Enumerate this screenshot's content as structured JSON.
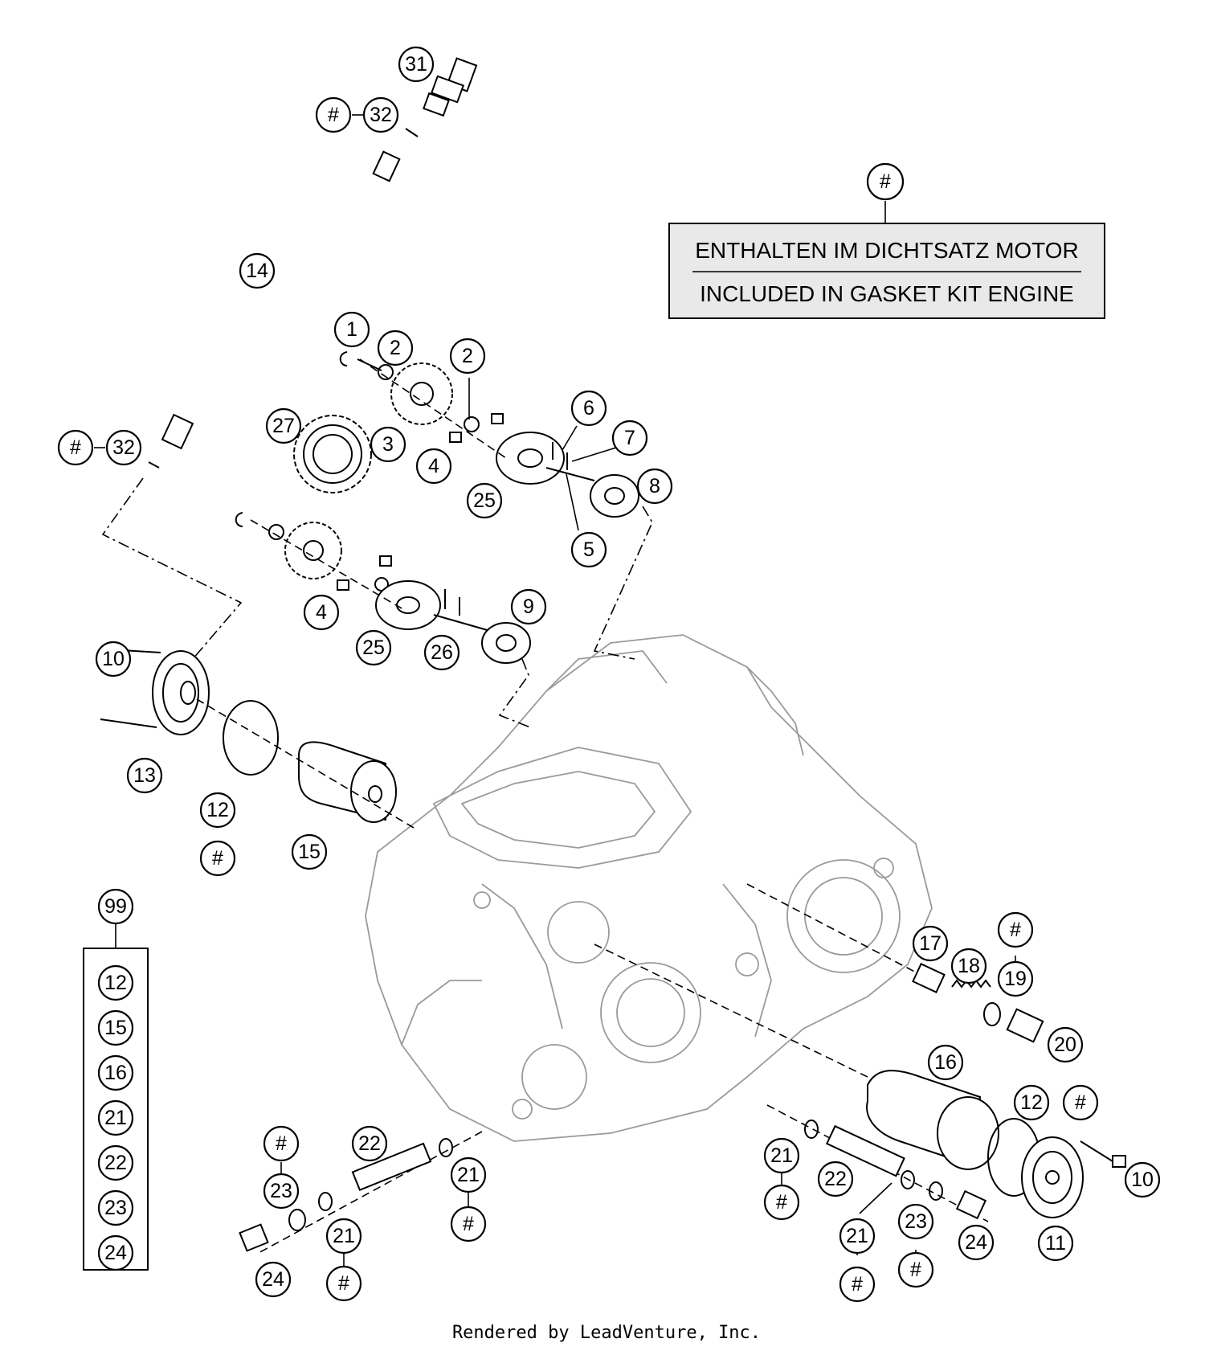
{
  "note": {
    "marker": "#",
    "line_de": "ENTHALTEN IM DICHTSATZ MOTOR",
    "line_en": "INCLUDED IN GASKET KIT ENGINE"
  },
  "kit": {
    "label": "99",
    "items": [
      "12",
      "15",
      "16",
      "21",
      "22",
      "23",
      "24"
    ]
  },
  "callouts": {
    "c31": "31",
    "c32a": "32",
    "h32a": "#",
    "c14": "14",
    "c32b": "32",
    "h32b": "#",
    "c1": "1",
    "c2a": "2",
    "c2b": "2",
    "c3": "3",
    "c4a": "4",
    "c27": "27",
    "c6": "6",
    "c7": "7",
    "c8": "8",
    "c5": "5",
    "c25a": "25",
    "c4b": "4",
    "c25b": "25",
    "c26": "26",
    "c9": "9",
    "c10a": "10",
    "c13": "13",
    "c12a": "12",
    "h12a": "#",
    "c15": "15",
    "c17": "17",
    "c18": "18",
    "h19": "#",
    "c19": "19",
    "c20": "20",
    "c16": "16",
    "c12b": "12",
    "h12b": "#",
    "c10b": "10",
    "c11": "11",
    "c21a": "21",
    "h21a": "#",
    "c22a": "22",
    "c24a": "24",
    "c23b": "23",
    "h23b": "#",
    "c21b": "21",
    "h21b": "#",
    "h23a": "#",
    "c23a": "23",
    "c22b": "22",
    "c21c": "21",
    "h21c": "#",
    "c24b": "24",
    "c21d": "21",
    "h21d": "#"
  },
  "footer": "Rendered by LeadVenture, Inc."
}
